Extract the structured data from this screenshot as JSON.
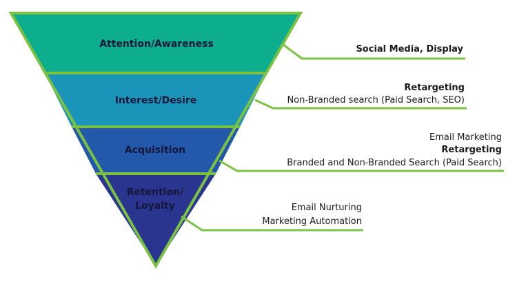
{
  "colors": {
    "border": "#7cc242",
    "connector": "#7cc242",
    "stage_1": "#0dae8e",
    "stage_2": "#1a94b8",
    "stage_3": "#2358aa",
    "stage_4": "#2a3590",
    "label_text": "#16163a",
    "note_text": "#1a1a1a"
  },
  "stages": [
    {
      "label_lines": [
        "Attention/Awareness"
      ],
      "notes": [
        {
          "text": "Social Media, Display",
          "bold": true
        }
      ]
    },
    {
      "label_lines": [
        "Interest/Desire"
      ],
      "notes": [
        {
          "text": "Retargeting",
          "bold": true
        },
        {
          "text": "Non-Branded search (Paid Search, SEO)",
          "bold": false
        }
      ]
    },
    {
      "label_lines": [
        "Acquisition"
      ],
      "notes": [
        {
          "text": "Email Marketing",
          "bold": false
        },
        {
          "text": "Retargeting",
          "bold": true
        },
        {
          "text": "Branded and Non-Branded Search (Paid Search)",
          "bold": false
        }
      ]
    },
    {
      "label_lines": [
        "Retention/",
        "Loyalty"
      ],
      "notes": [
        {
          "text": "Email Nurturing",
          "bold": false
        },
        {
          "text": "Marketing Automation",
          "bold": false
        }
      ]
    }
  ]
}
